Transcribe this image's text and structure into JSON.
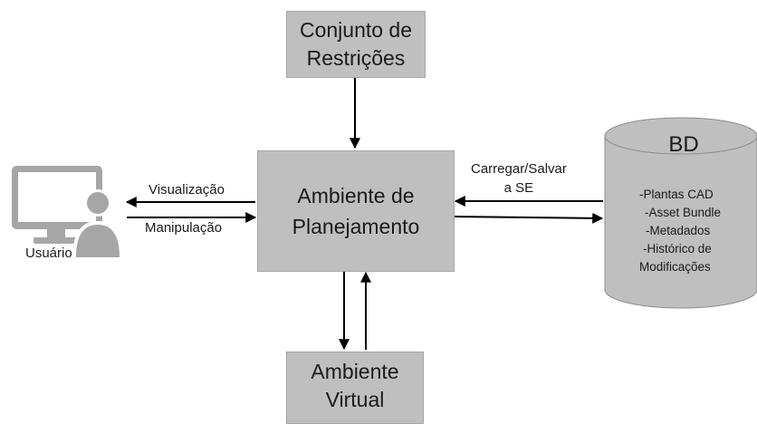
{
  "restricoes": {
    "line1": "Conjunto de",
    "line2": "Restrições"
  },
  "planejamento": {
    "line1": "Ambiente de",
    "line2": "Planejamento"
  },
  "virtual": {
    "line1": "Ambiente",
    "line2": "Virtual"
  },
  "usuario": {
    "label": "Usuário",
    "to_user": "Visualização",
    "from_user": "Manipulação"
  },
  "database": {
    "title": "BD",
    "link_label_line1": "Carregar/Salvar",
    "link_label_line2": "a SE",
    "items": [
      "-Plantas CAD",
      "-Asset Bundle",
      "-Metadados",
      "-Histórico de",
      "Modificações"
    ]
  },
  "colors": {
    "box_fill": "#bfbfbf",
    "box_border": "#a6a6a6",
    "arrow": "#000000",
    "icon": "#a6a6a6"
  }
}
